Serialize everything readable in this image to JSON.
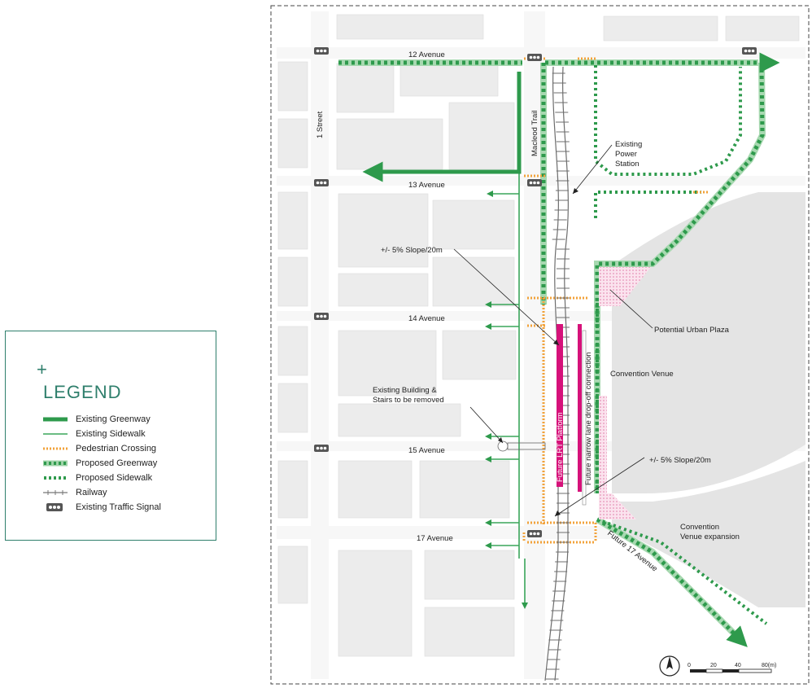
{
  "legend": {
    "plus": "+",
    "title": "LEGEND",
    "items": [
      {
        "label": "Existing Greenway",
        "key": "existing-greenway"
      },
      {
        "label": "Existing Sidewalk",
        "key": "existing-sidewalk"
      },
      {
        "label": "Pedestrian Crossing",
        "key": "pedestrian-crossing"
      },
      {
        "label": "Proposed Greenway",
        "key": "proposed-greenway"
      },
      {
        "label": "Proposed Sidewalk",
        "key": "proposed-sidewalk"
      },
      {
        "label": "Railway",
        "key": "railway"
      },
      {
        "label": "Existing Traffic Signal",
        "key": "traffic-signal"
      }
    ]
  },
  "map": {
    "streets": {
      "ave12": "12 Avenue",
      "ave13": "13 Avenue",
      "ave14": "14 Avenue",
      "ave15": "15 Avenue",
      "ave17": "17 Avenue",
      "street1": "1 Street",
      "macleod": "Macleod Trail",
      "future17": "Future 17 Avenue"
    },
    "annotations": {
      "power_station_1": "Existing",
      "power_station_2": "Power",
      "power_station_3": "Station",
      "slope_top": "+/- 5% Slope/20m",
      "slope_bottom": "+/- 5% Slope/20m",
      "plaza": "Potential Urban Plaza",
      "convention": "Convention Venue",
      "expansion_1": "Convention",
      "expansion_2": "Venue expansion",
      "building_1": "Existing Building &",
      "building_2": "Stairs to be removed",
      "platform": "Future LRT Platform",
      "dropoff": "Future narrow lane drop-off connection"
    },
    "scale": {
      "t0": "0",
      "t1": "20",
      "t2": "40",
      "t3": "80(m)"
    }
  },
  "colors": {
    "greenway": "#2e9a4c",
    "proposed": "#3aa55a",
    "crossing": "#f2a23a",
    "railway": "#777777",
    "platform": "#d6127a",
    "border": "#2f7f6c"
  }
}
